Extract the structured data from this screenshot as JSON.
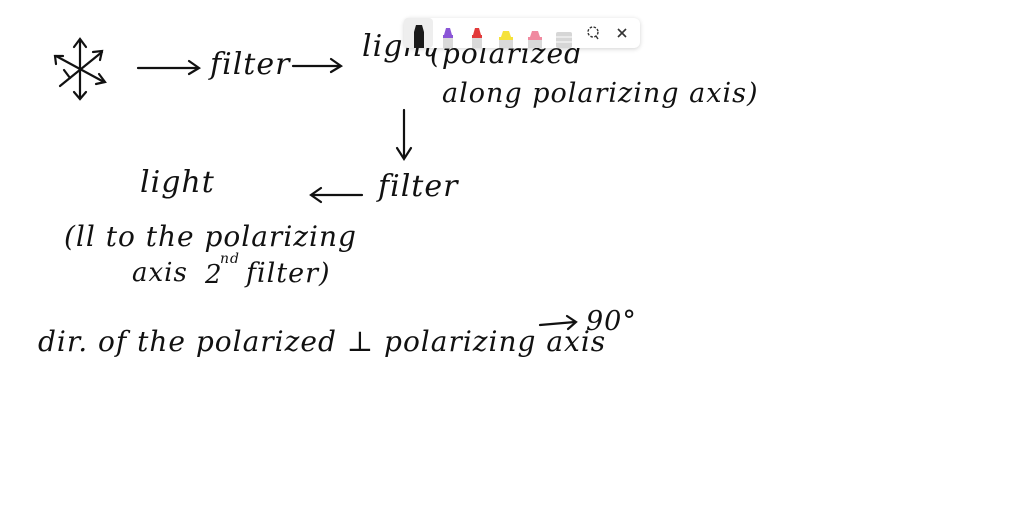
{
  "toolbar": {
    "tools": [
      {
        "name": "black-pen",
        "color": "#1a1a1a",
        "selected": true
      },
      {
        "name": "purple-pen",
        "color": "#8a55d6"
      },
      {
        "name": "red-pen",
        "color": "#e23a3a"
      },
      {
        "name": "yellow-highlighter",
        "color": "#f5e23a"
      },
      {
        "name": "pink-highlighter",
        "color": "#f08aa0"
      },
      {
        "name": "eraser",
        "color": "#cfcfcf"
      },
      {
        "name": "lasso-select",
        "icon": "lasso-icon"
      },
      {
        "name": "close",
        "icon": "close-icon"
      }
    ]
  },
  "canvas": {
    "ink_color": "#111111",
    "notes": {
      "row1_filter": "filter",
      "row1_light": "light",
      "row1_polarized": "(polarized",
      "row1_along": "along polarizing axis)",
      "row2_filter": "filter",
      "row2_light": "light",
      "row2_paren1": "(ll to the polarizing",
      "row2_axis": "axis",
      "row2_2nd": "2",
      "row2_nd": "nd",
      "row2_filter2": "filter)",
      "row3_text": "dir. of the polarized ⊥ polarizing axis",
      "row3_result": "90°"
    }
  }
}
